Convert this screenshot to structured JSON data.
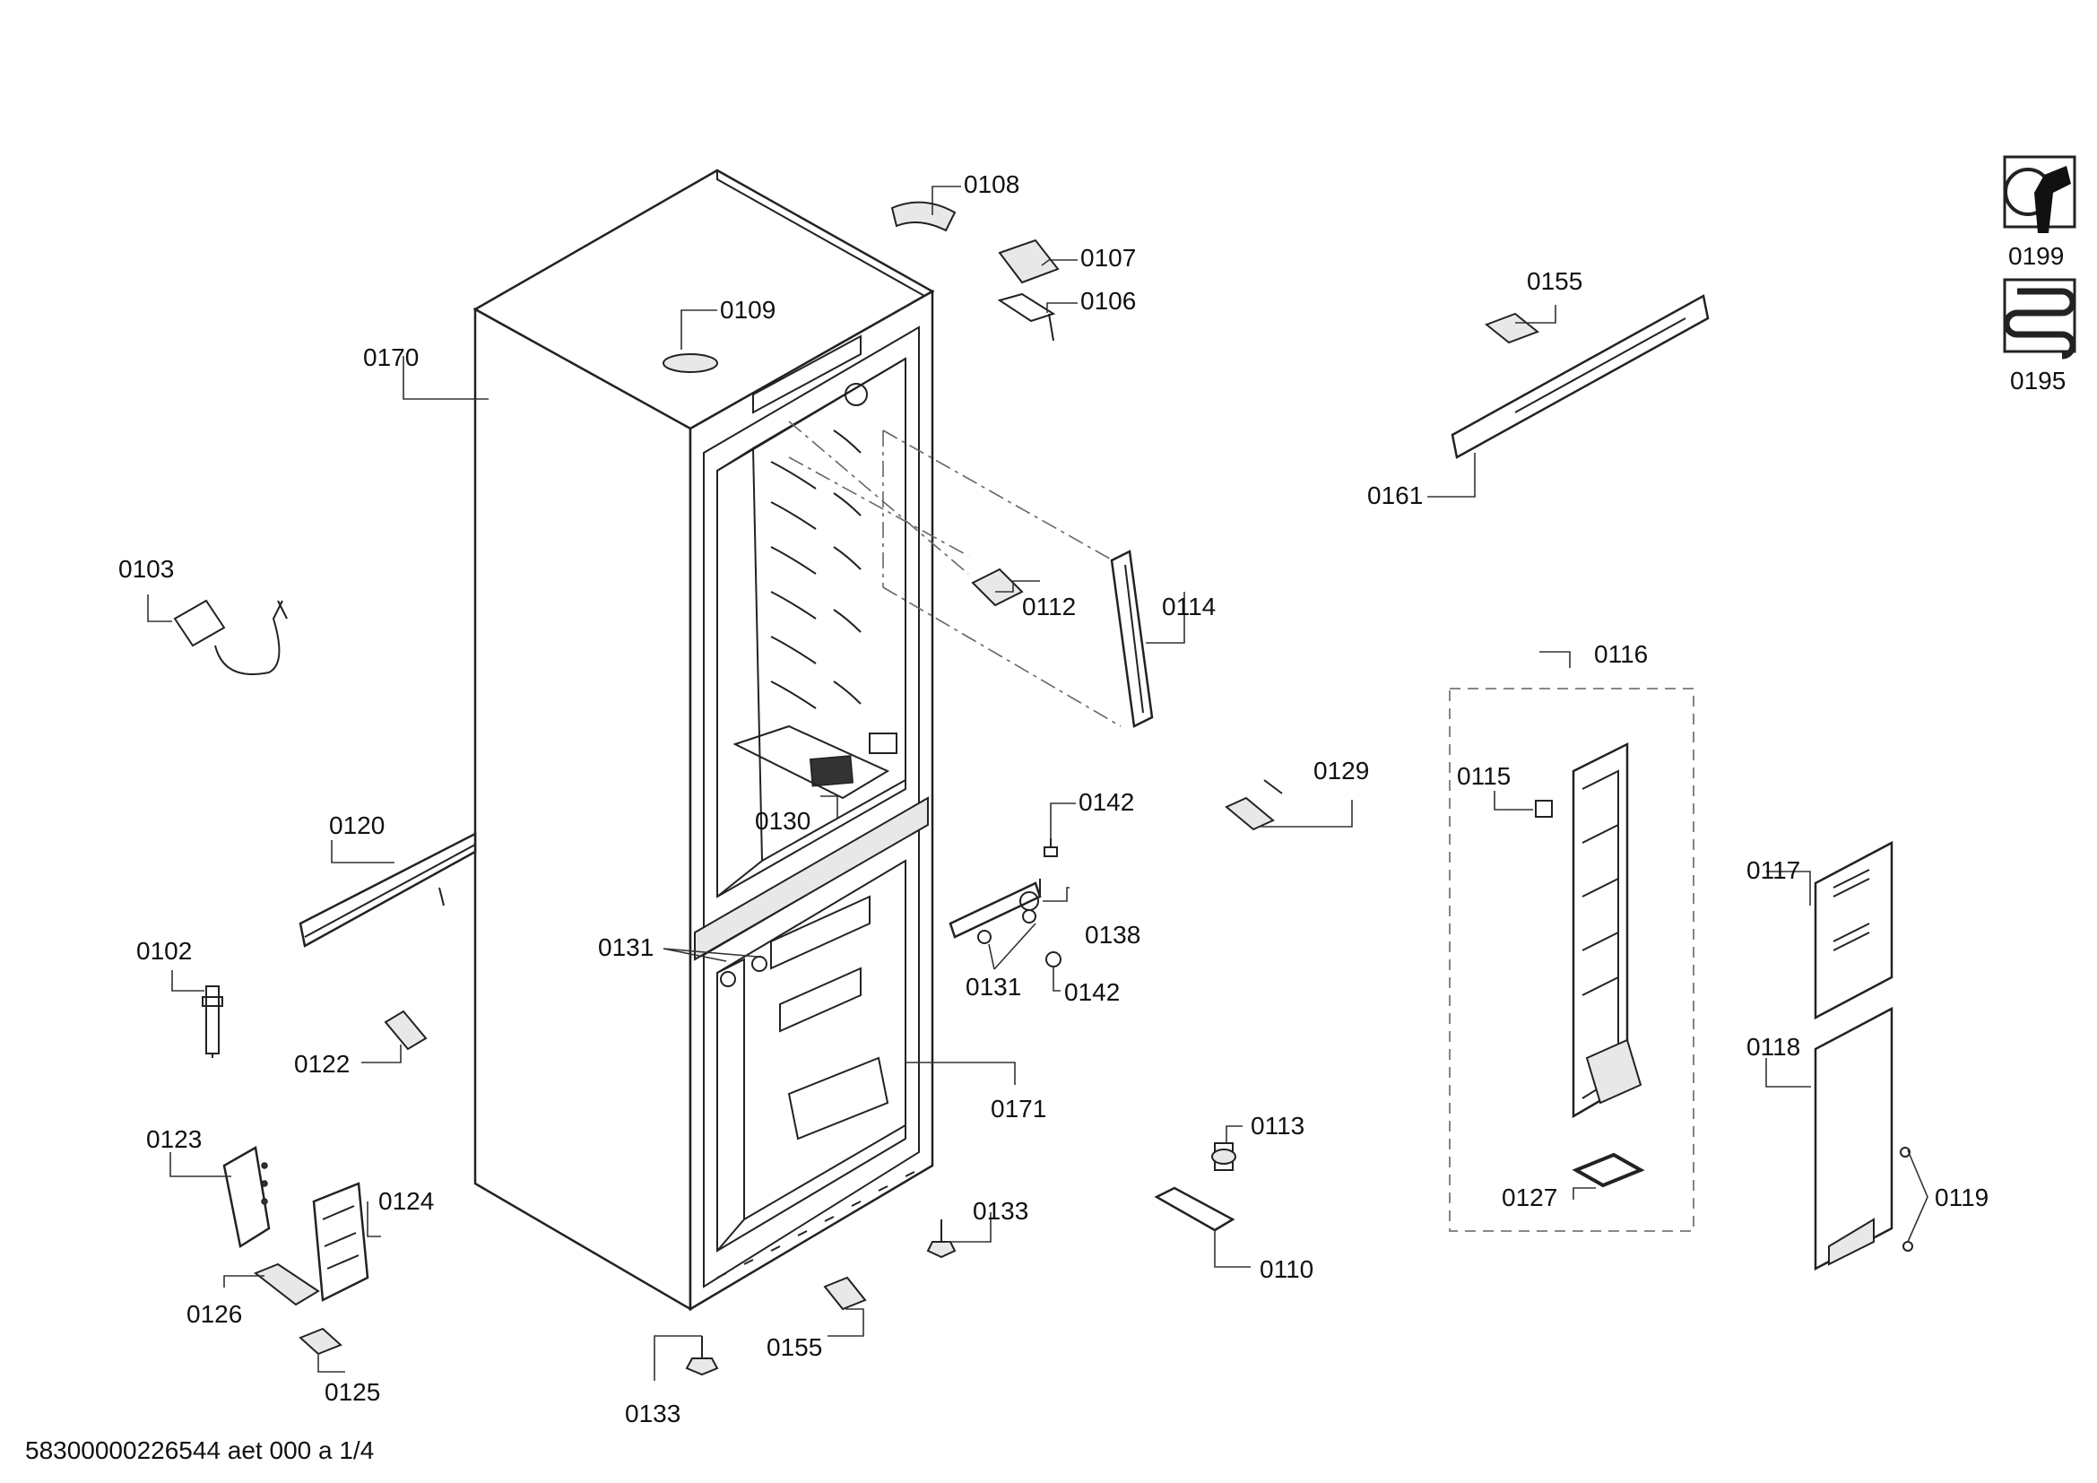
{
  "document_id": "58300000226544 aet 000 a 1/4",
  "labels": {
    "l0108": "0108",
    "l0107": "0107",
    "l0106": "0106",
    "l0109": "0109",
    "l0170": "0170",
    "l0155a": "0155",
    "l0161": "0161",
    "l0199": "0199",
    "l0195": "0195",
    "l0103": "0103",
    "l0112": "0112",
    "l0114": "0114",
    "l0116": "0116",
    "l0129": "0129",
    "l0115": "0115",
    "l0120": "0120",
    "l0130": "0130",
    "l0142a": "0142",
    "l0117": "0117",
    "l0138": "0138",
    "l0131a": "0131",
    "l0131b": "0131",
    "l0142b": "0142",
    "l0102": "0102",
    "l0122": "0122",
    "l0171": "0171",
    "l0118": "0118",
    "l0123": "0123",
    "l0113": "0113",
    "l0124": "0124",
    "l0127": "0127",
    "l0119": "0119",
    "l0133a": "0133",
    "l0110": "0110",
    "l0126": "0126",
    "l0155b": "0155",
    "l0125": "0125",
    "l0133b": "0133"
  }
}
